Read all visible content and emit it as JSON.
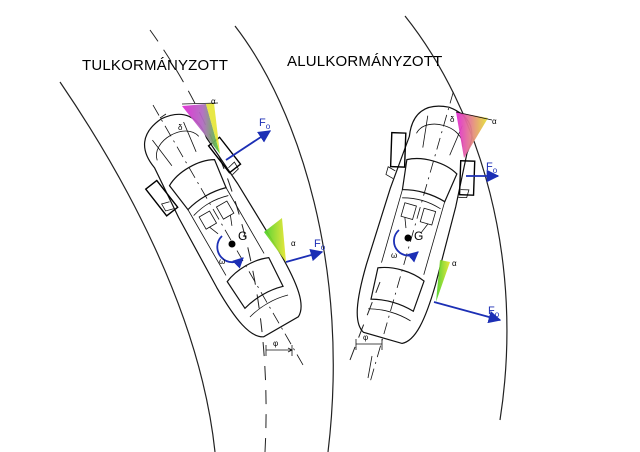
{
  "titles": {
    "left": "TULKORMÁNYZOTT",
    "right": "ALULKORMÁNYZOTT"
  },
  "labels": {
    "force": "F",
    "force_sub": "o",
    "center": "G",
    "omega": "ω",
    "alpha": "α",
    "phi": "φ",
    "delta": "δ"
  },
  "colors": {
    "force_arrow": "#1c2fb5",
    "slip_green": "#4cd12a",
    "slip_magenta": "#e22ad6",
    "slip_yellow": "#e6e632",
    "outline": "#111111"
  }
}
